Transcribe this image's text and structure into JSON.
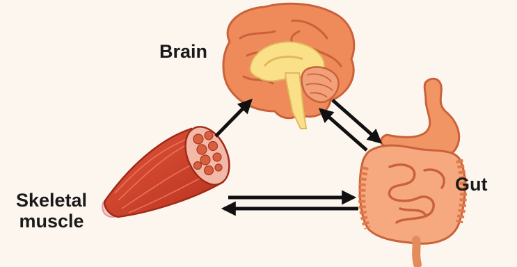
{
  "labels": {
    "brain": "Brain",
    "gut": "Gut",
    "muscle_line1": "Skeletal",
    "muscle_line2": "muscle"
  },
  "colors": {
    "background": "#fdf6ee",
    "brain_cortex": "#ef8a5a",
    "brain_inner": "#fbe08a",
    "muscle_red": "#d6452f",
    "gut_orange": "#f19565",
    "arrow": "#111111"
  },
  "arrows": [
    {
      "from": "Skeletal muscle",
      "to": "Brain",
      "direction": "one-way"
    },
    {
      "from": "Brain",
      "to": "Gut",
      "direction": "two-way"
    },
    {
      "from": "Skeletal muscle",
      "to": "Gut",
      "direction": "two-way"
    }
  ]
}
